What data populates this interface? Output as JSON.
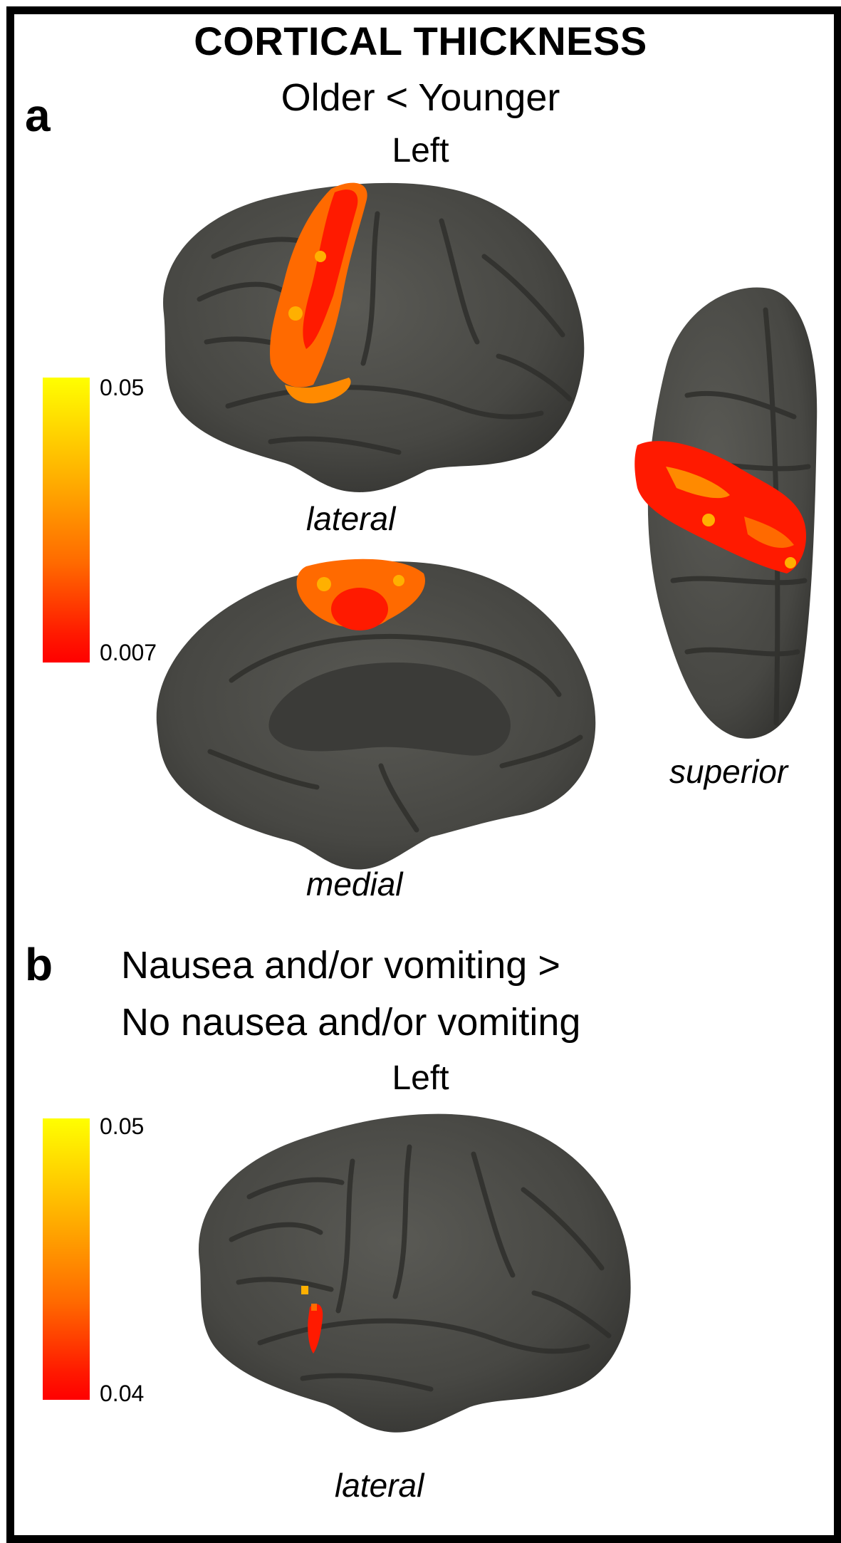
{
  "figure": {
    "title": "CORTICAL THICKNESS",
    "panel_a": {
      "letter": "a",
      "contrast": "Older < Younger",
      "hemisphere": "Left",
      "views": {
        "lateral": "lateral",
        "medial": "medial",
        "superior": "superior"
      },
      "colorbar": {
        "max_label": "0.05",
        "min_label": "0.007",
        "colors": [
          "#ffff00",
          "#ffb000",
          "#ff6a00",
          "#ff0000"
        ]
      }
    },
    "panel_b": {
      "letter": "b",
      "contrast_line1": "Nausea and/or vomiting >",
      "contrast_line2": "No nausea and/or vomiting",
      "hemisphere": "Left",
      "views": {
        "lateral": "lateral"
      },
      "colorbar": {
        "max_label": "0.05",
        "min_label": "0.04",
        "colors": [
          "#ffff00",
          "#ffb000",
          "#ff6a00",
          "#ff0000"
        ]
      }
    },
    "colors": {
      "cortex": "#4a4a46",
      "sulcus_shadow": "#2f2f2c",
      "gyrus_highlight": "#5c5c57",
      "significant_high": "#ff0000",
      "significant_mid": "#ff6a00",
      "significant_low": "#ffb000",
      "frame": "#000000"
    }
  }
}
